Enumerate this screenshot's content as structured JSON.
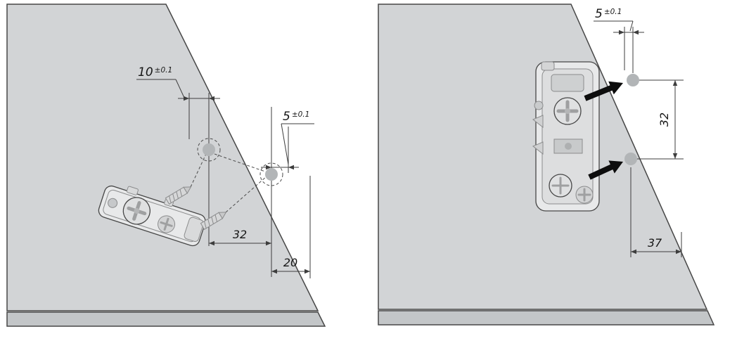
{
  "colors": {
    "panel_face": "#d2d4d6",
    "panel_edge": "#c3c6c8",
    "hole_dot": "#b2b5b7",
    "arrow": "#0d0d0d",
    "hardware": "#e8e9ea"
  },
  "left_view": {
    "dim_hole_offset": {
      "value": "10",
      "tolerance": "±0.1"
    },
    "dim_edge_distance": {
      "value": "5",
      "tolerance": "±0.1"
    },
    "dim_hole_spacing": "32",
    "dim_front_distance": "20"
  },
  "right_view": {
    "dim_edge_distance": {
      "value": "5",
      "tolerance": "±0.1"
    },
    "dim_hole_spacing": "32",
    "dim_front_distance": "37"
  }
}
